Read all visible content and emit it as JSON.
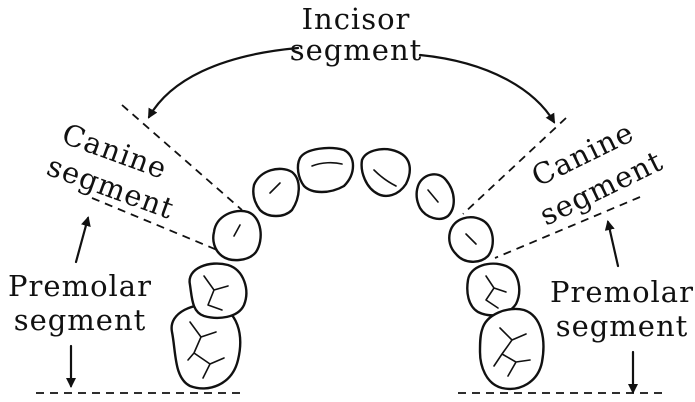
{
  "labels": {
    "incisor_line1": "Incisor",
    "incisor_line2": "segment",
    "canine_left_line1": "Canine",
    "canine_left_line2": "segment",
    "canine_right_line1": "Canine",
    "canine_right_line2": "segment",
    "premolar_left_line1": "Premolar",
    "premolar_left_line2": "segment",
    "premolar_right_line1": "Premolar",
    "premolar_right_line2": "segment"
  }
}
